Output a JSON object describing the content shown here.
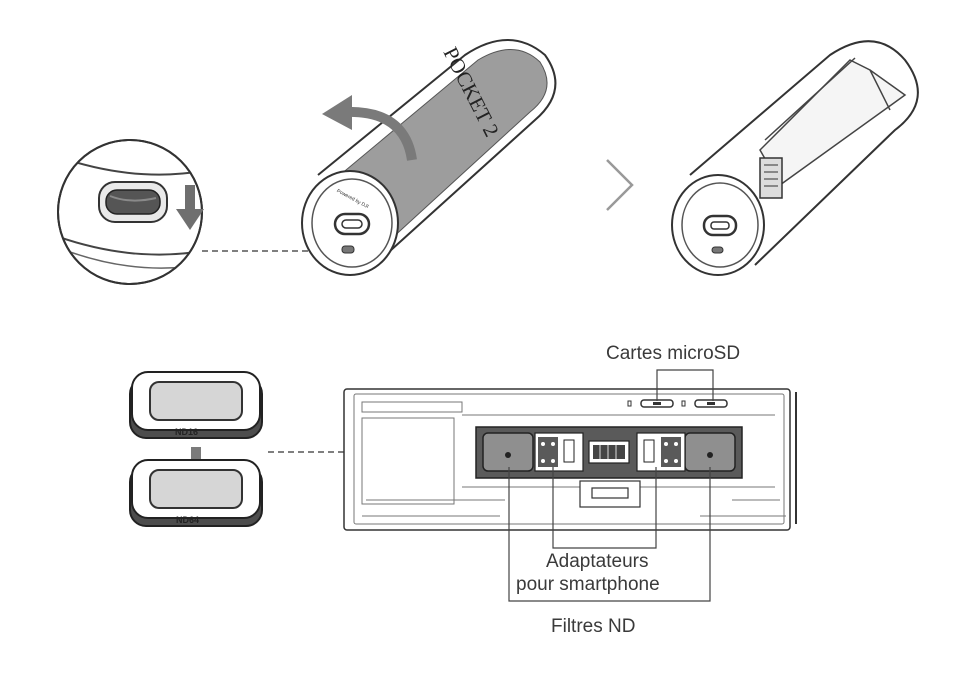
{
  "top": {
    "case_logo": "POCKET 2",
    "case_small_text": "Powered by DJI"
  },
  "bottom": {
    "filters": {
      "upper": "ND16",
      "lower": "ND64"
    },
    "labels": {
      "microsd": "Cartes microSD",
      "adapters_line1": "Adaptateurs",
      "adapters_line2": "pour smartphone",
      "nd_filters": "Filtres ND"
    }
  },
  "colors": {
    "line": "#333333",
    "fill_grey": "#9d9d9d",
    "dark_grey": "#5a5a5a",
    "light_grey": "#d9d9d9",
    "arrow_grey": "#7d7d7d"
  },
  "icons": [
    "rotate-arrow-icon",
    "down-arrow-icon",
    "next-chevron-icon"
  ]
}
